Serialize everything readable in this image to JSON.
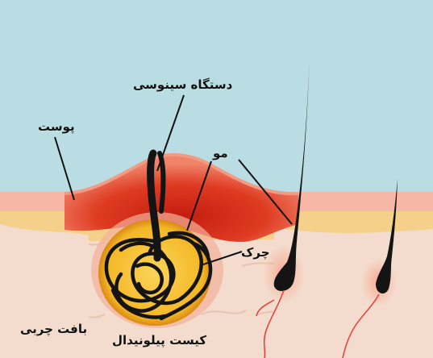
{
  "labels": {
    "sinus_tract": "دستگاه سینوسی",
    "skin": "پوست",
    "hair": "مو",
    "pus": "چرک",
    "fatty_tissue": "بافت چربی",
    "pilonidal_cyst": "کیست پیلونیدال"
  },
  "colors": {
    "sky": "#b9dde2",
    "epidermis": "#f7b7a6",
    "yellow_band": "#f5d08a",
    "tissue": "#f3dccd",
    "inflamed_red": "#d8321f",
    "cyst_fill": "#f6c23c",
    "hair": "#141414",
    "vessel": "#e5463c"
  }
}
